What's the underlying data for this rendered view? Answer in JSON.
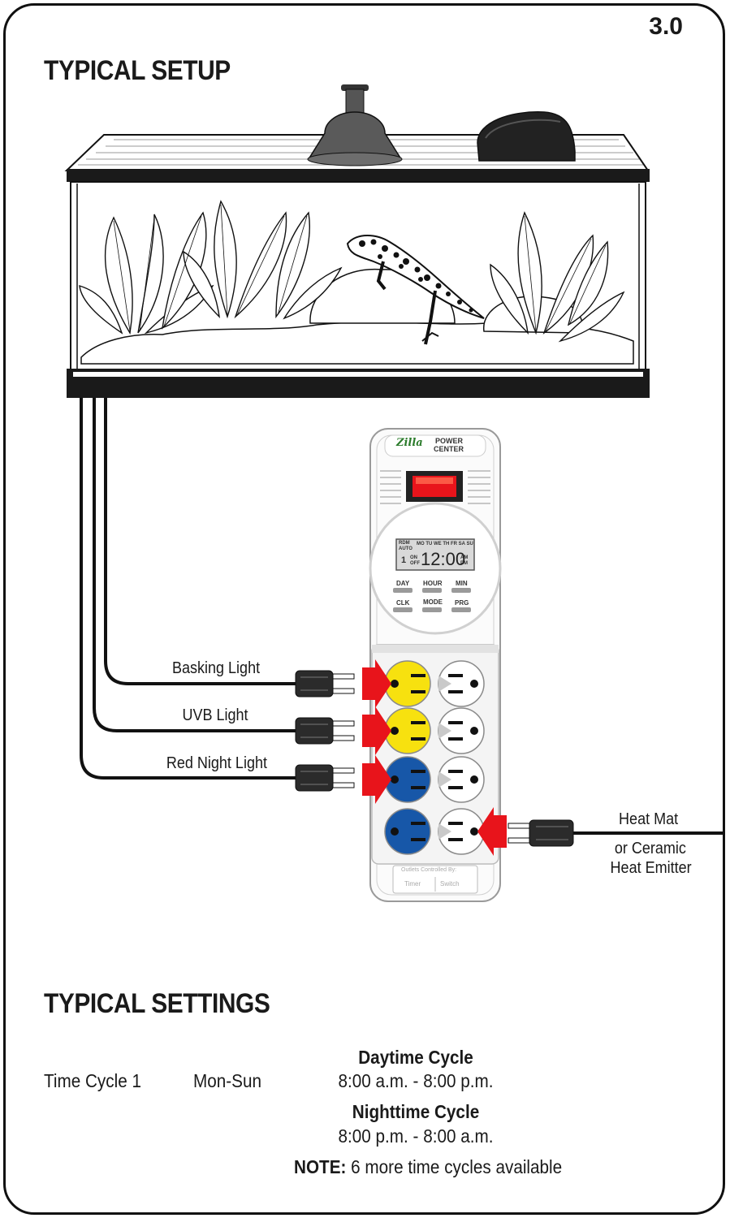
{
  "page_number": "3.0",
  "setup": {
    "heading": "TYPICAL SETUP",
    "labels": {
      "basking": "Basking Light",
      "uvb": "UVB Light",
      "night": "Red Night Light",
      "heat_line1": "Heat Mat",
      "heat_line2": "or Ceramic",
      "heat_line3": "Heat Emitter"
    },
    "power_center": {
      "brand": "Zilla",
      "name_line1": "POWER",
      "name_line2": "CENTER",
      "lcd_mode_1": "RDM",
      "lcd_mode_2": "AUTO",
      "lcd_days": "MO TU WE TH FR SA SU",
      "lcd_program": "1",
      "lcd_on": "ON",
      "lcd_off": "OFF",
      "lcd_time": "12:00",
      "lcd_am": "AM",
      "lcd_pm": "PM",
      "btn_day": "DAY",
      "btn_hour": "HOUR",
      "btn_min": "MIN",
      "btn_clk": "CLK",
      "btn_mode": "MODE",
      "btn_prg": "PRG",
      "legend_title": "Outlets Controlled By:",
      "legend_timer": "Timer",
      "legend_switch": "Switch"
    },
    "colors": {
      "yellow": "#f7e10f",
      "blue": "#1757a8",
      "red": "#e8141b",
      "line": "#111111"
    }
  },
  "settings": {
    "heading": "TYPICAL SETTINGS",
    "cycle_label": "Time Cycle 1",
    "days": "Mon-Sun",
    "day_title": "Daytime Cycle",
    "day_time": "8:00 a.m. - 8:00 p.m.",
    "night_title": "Nighttime Cycle",
    "night_time": "8:00 p.m. - 8:00 a.m.",
    "note_label": "NOTE:",
    "note_text": "6 more time cycles available"
  }
}
